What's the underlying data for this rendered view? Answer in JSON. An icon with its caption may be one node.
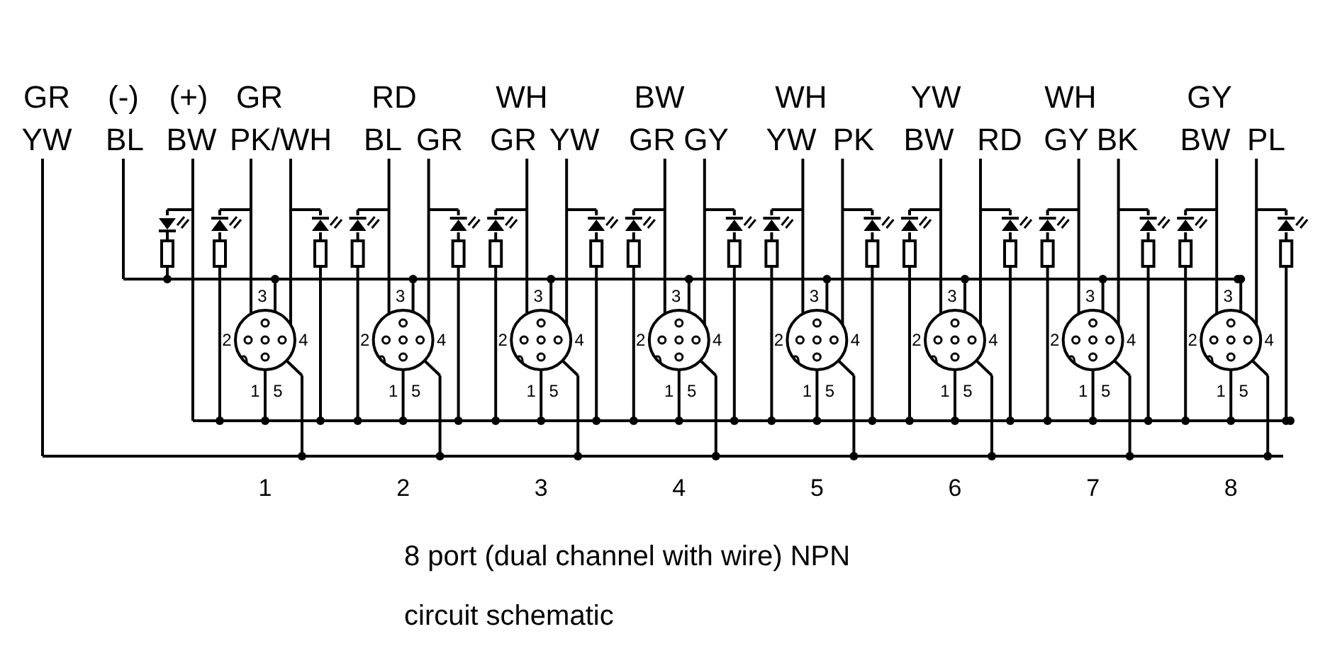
{
  "diagram": {
    "caption": "8 port (dual channel with wire) NPN circuit schematic",
    "labels": [
      "GR",
      "(-)",
      "(+)",
      "GR",
      "RD",
      "WH",
      "BW",
      "WH",
      "YW",
      "WH",
      "GY",
      "YW",
      "BL",
      "BW",
      "PK/WH",
      "BL",
      "GR",
      "GR",
      "YW",
      "GR",
      "GY",
      "YW",
      "PK",
      "BW",
      "RD",
      "GY",
      "BK",
      "BW",
      "PL",
      "3",
      "2",
      "4",
      "1",
      "5",
      "3",
      "2",
      "4",
      "1",
      "5",
      "3",
      "2",
      "4",
      "1",
      "5",
      "3",
      "2",
      "4",
      "1",
      "5",
      "3",
      "2",
      "4",
      "1",
      "5",
      "3",
      "2",
      "4",
      "1",
      "5",
      "3",
      "2",
      "4",
      "1",
      "5",
      "3",
      "2",
      "4",
      "1",
      "5",
      "1",
      "2",
      "3",
      "4",
      "5",
      "6",
      "7",
      "8"
    ]
  }
}
